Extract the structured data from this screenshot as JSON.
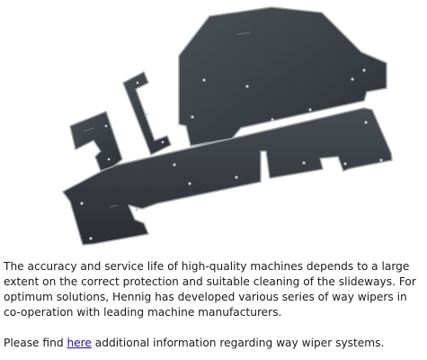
{
  "image": {
    "subject": "way-wiper-parts-photo"
  },
  "text": {
    "paragraph1": "The accuracy and service life of high-quality machines depends to a large extent on the correct protection and suitable cleaning of the slideways. For optimum solutions, Hennig has developed various series of way wipers in co-operation with leading machine manufacturers.",
    "paragraph2_prefix": "Please find ",
    "paragraph2_link": "here",
    "paragraph2_suffix": " additional information regarding way wiper systems."
  },
  "colors": {
    "part_fill": "#3c4046",
    "part_edge": "#1c1e22",
    "link": "#1a0dab"
  }
}
